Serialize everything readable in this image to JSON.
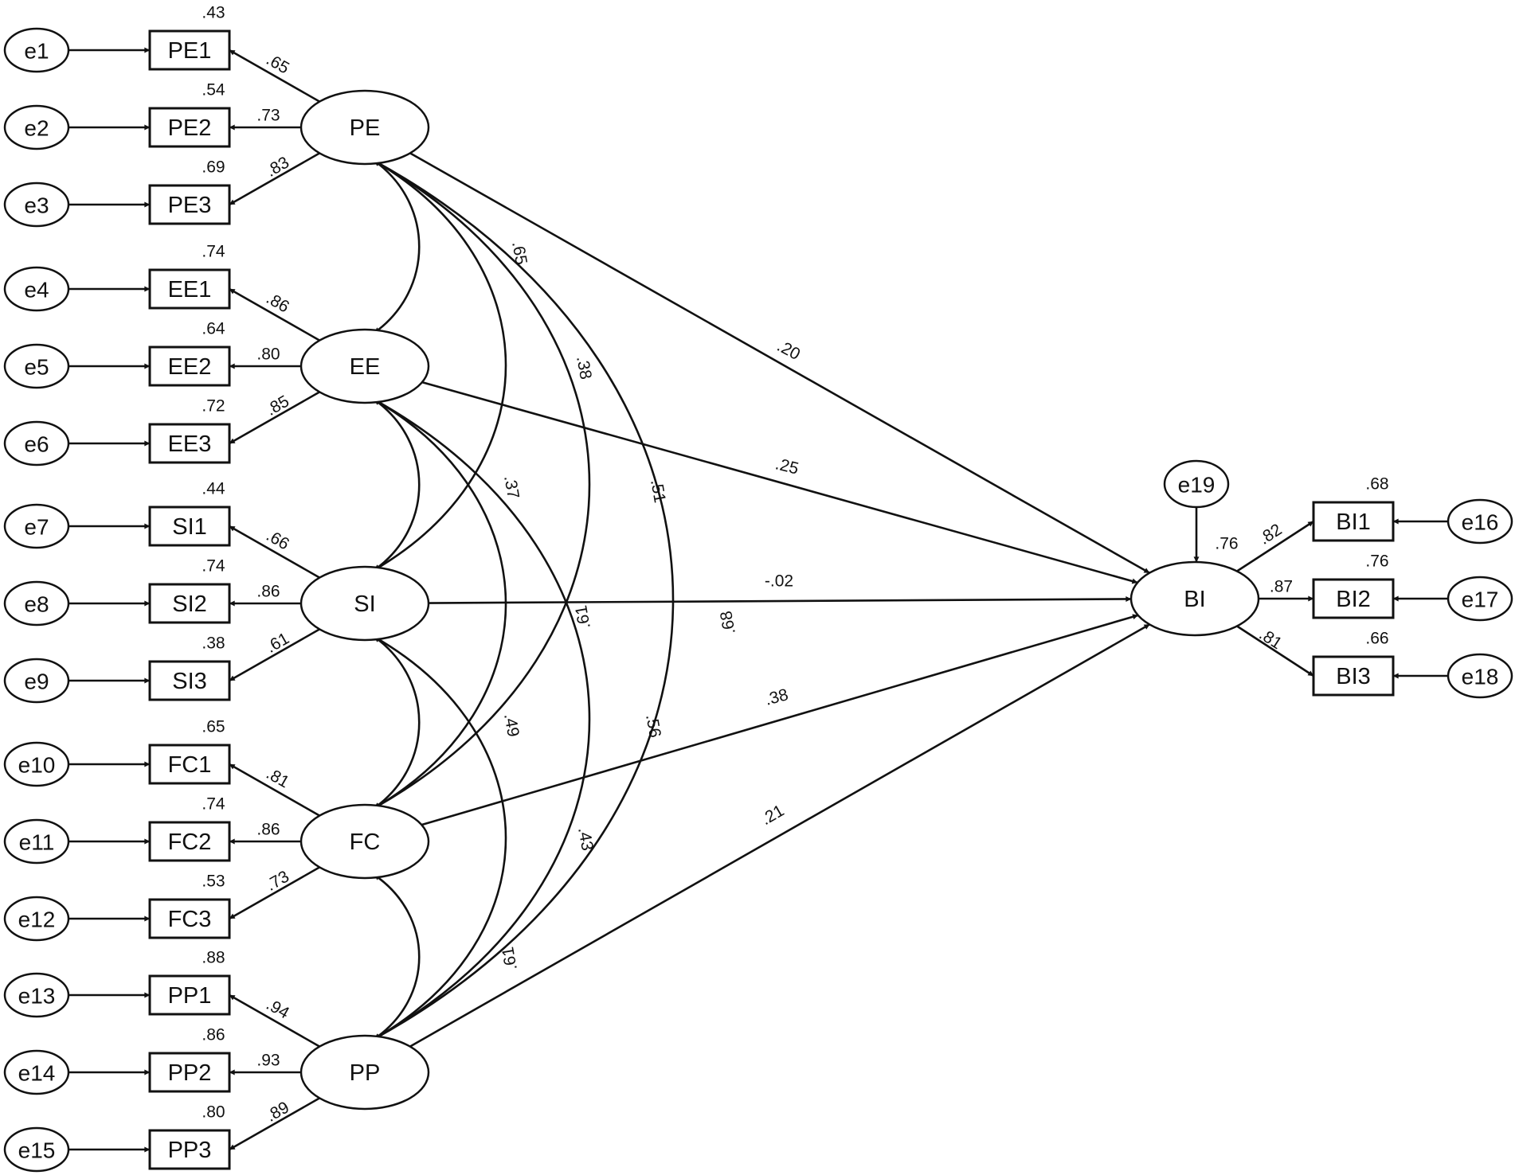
{
  "diagram": {
    "latents": [
      {
        "id": "PE",
        "label": "PE"
      },
      {
        "id": "EE",
        "label": "EE"
      },
      {
        "id": "SI",
        "label": "SI"
      },
      {
        "id": "FC",
        "label": "FC"
      },
      {
        "id": "PP",
        "label": "PP"
      },
      {
        "id": "BI",
        "label": "BI"
      }
    ],
    "indicators": [
      {
        "id": "PE1",
        "label": "PE1",
        "factor": "PE",
        "error": "e1",
        "loading": ".65",
        "r2": ".43"
      },
      {
        "id": "PE2",
        "label": "PE2",
        "factor": "PE",
        "error": "e2",
        "loading": ".73",
        "r2": ".54"
      },
      {
        "id": "PE3",
        "label": "PE3",
        "factor": "PE",
        "error": "e3",
        "loading": ".83",
        "r2": ".69"
      },
      {
        "id": "EE1",
        "label": "EE1",
        "factor": "EE",
        "error": "e4",
        "loading": ".86",
        "r2": ".74"
      },
      {
        "id": "EE2",
        "label": "EE2",
        "factor": "EE",
        "error": "e5",
        "loading": ".80",
        "r2": ".64"
      },
      {
        "id": "EE3",
        "label": "EE3",
        "factor": "EE",
        "error": "e6",
        "loading": ".85",
        "r2": ".72"
      },
      {
        "id": "SI1",
        "label": "SI1",
        "factor": "SI",
        "error": "e7",
        "loading": ".66",
        "r2": ".44"
      },
      {
        "id": "SI2",
        "label": "SI2",
        "factor": "SI",
        "error": "e8",
        "loading": ".86",
        "r2": ".74"
      },
      {
        "id": "SI3",
        "label": "SI3",
        "factor": "SI",
        "error": "e9",
        "loading": ".61",
        "r2": ".38"
      },
      {
        "id": "FC1",
        "label": "FC1",
        "factor": "FC",
        "error": "e10",
        "loading": ".81",
        "r2": ".65"
      },
      {
        "id": "FC2",
        "label": "FC2",
        "factor": "FC",
        "error": "e11",
        "loading": ".86",
        "r2": ".74"
      },
      {
        "id": "FC3",
        "label": "FC3",
        "factor": "FC",
        "error": "e12",
        "loading": ".73",
        "r2": ".53"
      },
      {
        "id": "PP1",
        "label": "PP1",
        "factor": "PP",
        "error": "e13",
        "loading": ".94",
        "r2": ".88"
      },
      {
        "id": "PP2",
        "label": "PP2",
        "factor": "PP",
        "error": "e14",
        "loading": ".93",
        "r2": ".86"
      },
      {
        "id": "PP3",
        "label": "PP3",
        "factor": "PP",
        "error": "e15",
        "loading": ".89",
        "r2": ".80"
      },
      {
        "id": "BI1",
        "label": "BI1",
        "factor": "BI",
        "error": "e16",
        "loading": ".82",
        "r2": ".68"
      },
      {
        "id": "BI2",
        "label": "BI2",
        "factor": "BI",
        "error": "e17",
        "loading": ".87",
        "r2": ".76"
      },
      {
        "id": "BI3",
        "label": "BI3",
        "factor": "BI",
        "error": "e18",
        "loading": ".81",
        "r2": ".66"
      }
    ],
    "structural_error": {
      "id": "e19",
      "label": "e19",
      "target": "BI",
      "r2": ".76"
    },
    "paths": [
      {
        "from": "PE",
        "to": "BI",
        "coef": ".20"
      },
      {
        "from": "EE",
        "to": "BI",
        "coef": ".25"
      },
      {
        "from": "SI",
        "to": "BI",
        "coef": "-.02"
      },
      {
        "from": "FC",
        "to": "BI",
        "coef": ".38"
      },
      {
        "from": "PP",
        "to": "BI",
        "coef": ".21"
      }
    ],
    "covariances": [
      {
        "a": "PE",
        "b": "EE",
        "coef": ".65"
      },
      {
        "a": "PE",
        "b": "SI",
        "coef": ".38"
      },
      {
        "a": "PE",
        "b": "FC",
        "coef": ".51"
      },
      {
        "a": "PE",
        "b": "PP",
        "coef": ".68"
      },
      {
        "a": "EE",
        "b": "SI",
        "coef": ".37"
      },
      {
        "a": "EE",
        "b": "FC",
        "coef": ".61"
      },
      {
        "a": "EE",
        "b": "PP",
        "coef": ".56"
      },
      {
        "a": "SI",
        "b": "FC",
        "coef": ".49"
      },
      {
        "a": "SI",
        "b": "PP",
        "coef": ".43"
      },
      {
        "a": "FC",
        "b": "PP",
        "coef": ".61"
      }
    ]
  }
}
